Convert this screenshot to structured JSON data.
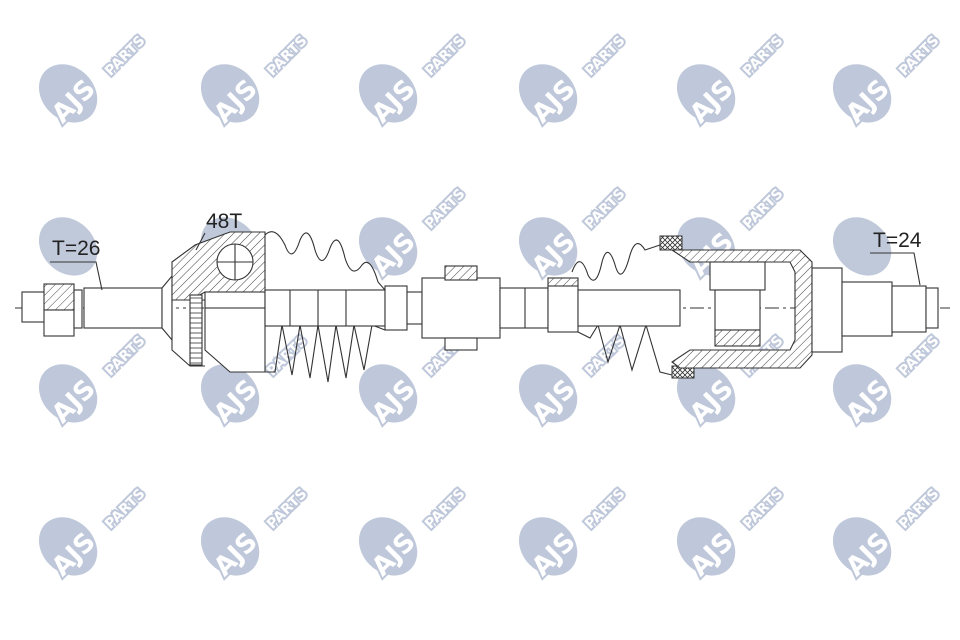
{
  "watermark": {
    "brand": "AJS",
    "sub": "PARTS",
    "color": "#b9c3d6"
  },
  "labels": {
    "left_teeth": "T=26",
    "abs_ring": "48T",
    "right_teeth": "T=24"
  },
  "colors": {
    "line": "#333333",
    "background": "#ffffff"
  }
}
